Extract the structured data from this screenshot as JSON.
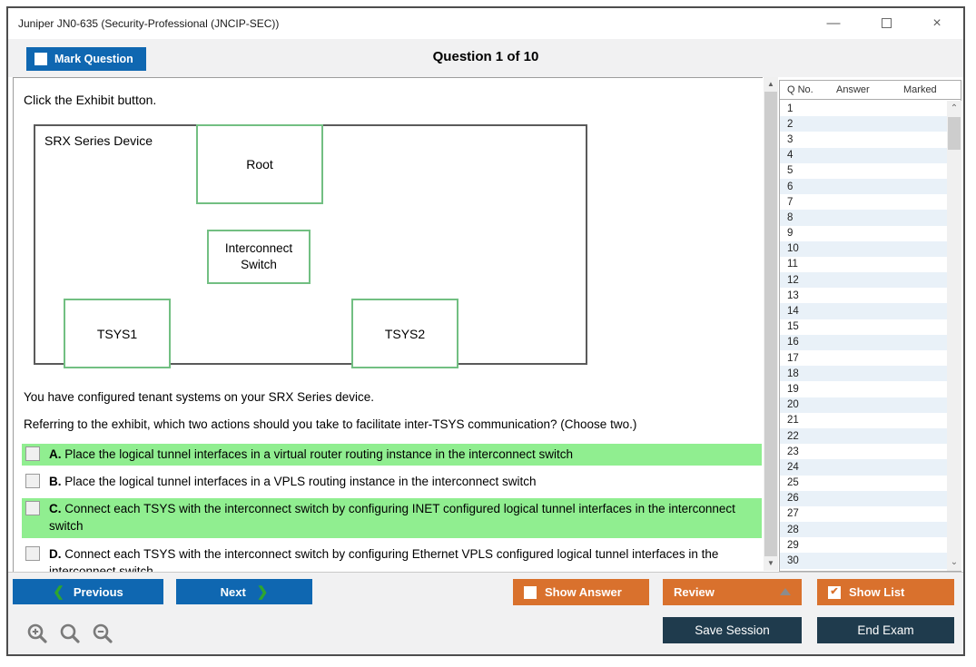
{
  "window": {
    "title": "Juniper JN0-635 (Security-Professional (JNCIP-SEC))",
    "controls": {
      "minimize": "—",
      "close": "×"
    }
  },
  "header": {
    "mark_question_label": "Mark Question",
    "mark_question_checked": false,
    "question_counter": "Question 1 of 10"
  },
  "question": {
    "instruction": "Click the Exhibit button.",
    "exhibit": {
      "device_label": "SRX Series Device",
      "root": "Root",
      "interconnect": "Interconnect Switch",
      "tsys1": "TSYS1",
      "tsys2": "TSYS2"
    },
    "statement1": "You have configured tenant systems on your SRX Series device.",
    "statement2": "Referring to the exhibit, which two actions should you take to facilitate inter-TSYS communication? (Choose two.)",
    "options": [
      {
        "letter": "A.",
        "text": "Place the logical tunnel interfaces in a virtual router routing instance in the interconnect switch",
        "highlighted": true
      },
      {
        "letter": "B.",
        "text": "Place the logical tunnel interfaces in a VPLS routing instance in the interconnect switch",
        "highlighted": false
      },
      {
        "letter": "C.",
        "text": "Connect each TSYS with the interconnect switch by configuring INET configured logical tunnel interfaces in the interconnect switch",
        "highlighted": true
      },
      {
        "letter": "D.",
        "text": "Connect each TSYS with the interconnect switch by configuring Ethernet VPLS configured logical tunnel interfaces in the interconnect switch",
        "highlighted": false
      }
    ]
  },
  "question_list": {
    "headers": {
      "qno": "Q No.",
      "answer": "Answer",
      "marked": "Marked"
    },
    "rows": [
      {
        "q": "1",
        "answer": "",
        "marked": ""
      },
      {
        "q": "2",
        "answer": "",
        "marked": ""
      },
      {
        "q": "3",
        "answer": "",
        "marked": ""
      },
      {
        "q": "4",
        "answer": "",
        "marked": ""
      },
      {
        "q": "5",
        "answer": "",
        "marked": ""
      },
      {
        "q": "6",
        "answer": "",
        "marked": ""
      },
      {
        "q": "7",
        "answer": "",
        "marked": ""
      },
      {
        "q": "8",
        "answer": "",
        "marked": ""
      },
      {
        "q": "9",
        "answer": "",
        "marked": ""
      },
      {
        "q": "10",
        "answer": "",
        "marked": ""
      },
      {
        "q": "11",
        "answer": "",
        "marked": ""
      },
      {
        "q": "12",
        "answer": "",
        "marked": ""
      },
      {
        "q": "13",
        "answer": "",
        "marked": ""
      },
      {
        "q": "14",
        "answer": "",
        "marked": ""
      },
      {
        "q": "15",
        "answer": "",
        "marked": ""
      },
      {
        "q": "16",
        "answer": "",
        "marked": ""
      },
      {
        "q": "17",
        "answer": "",
        "marked": ""
      },
      {
        "q": "18",
        "answer": "",
        "marked": ""
      },
      {
        "q": "19",
        "answer": "",
        "marked": ""
      },
      {
        "q": "20",
        "answer": "",
        "marked": ""
      },
      {
        "q": "21",
        "answer": "",
        "marked": ""
      },
      {
        "q": "22",
        "answer": "",
        "marked": ""
      },
      {
        "q": "23",
        "answer": "",
        "marked": ""
      },
      {
        "q": "24",
        "answer": "",
        "marked": ""
      },
      {
        "q": "25",
        "answer": "",
        "marked": ""
      },
      {
        "q": "26",
        "answer": "",
        "marked": ""
      },
      {
        "q": "27",
        "answer": "",
        "marked": ""
      },
      {
        "q": "28",
        "answer": "",
        "marked": ""
      },
      {
        "q": "29",
        "answer": "",
        "marked": ""
      },
      {
        "q": "30",
        "answer": "",
        "marked": ""
      }
    ]
  },
  "footer": {
    "previous_label": "Previous",
    "next_label": "Next",
    "show_answer_label": "Show Answer",
    "show_answer_checked": false,
    "review_label": "Review",
    "show_list_label": "Show List",
    "show_list_checked": true,
    "save_session_label": "Save Session",
    "end_exam_label": "End Exam",
    "check_glyph": "✔"
  },
  "colors": {
    "accent_blue": "#0F67B1",
    "accent_orange": "#D9712D",
    "accent_navy": "#1F3B4D",
    "highlight_green": "#90EE90",
    "diagram_green": "#72BF82",
    "chevron_green": "#2EA52F"
  }
}
